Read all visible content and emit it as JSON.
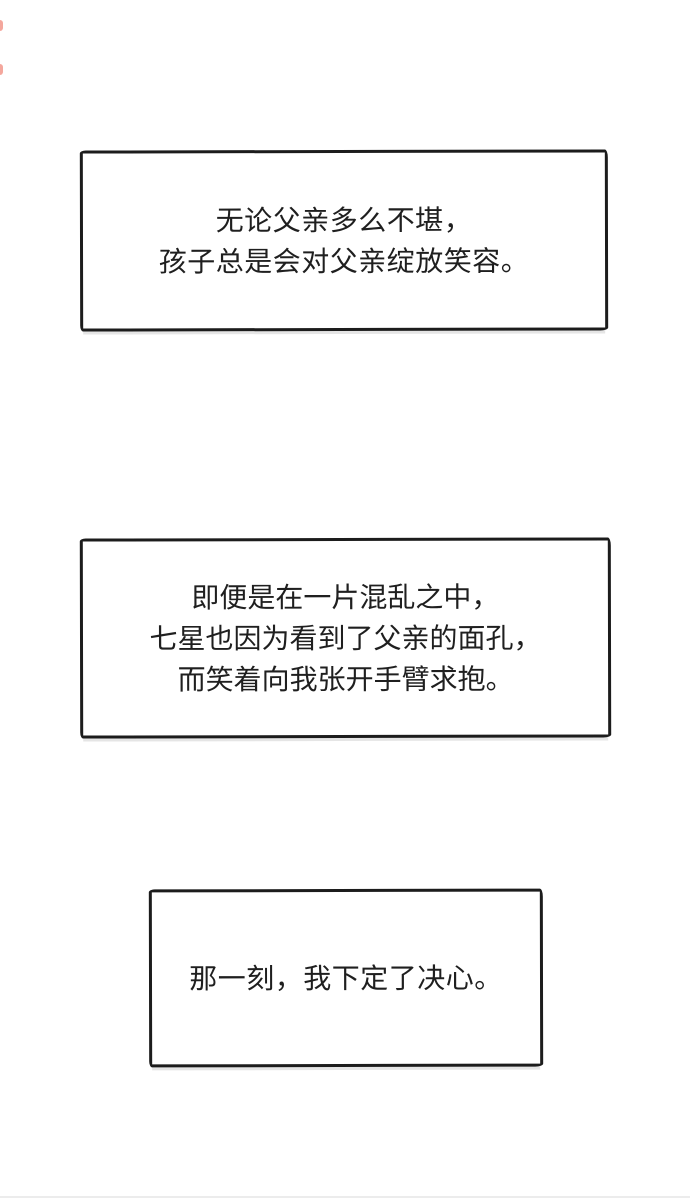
{
  "page": {
    "background_color": "#ffffff",
    "text_color": "#1f1f1f",
    "border_color": "#1c1c1c",
    "edge_mark_color": "#f2988c"
  },
  "panels": [
    {
      "lines": [
        "无论父亲多么不堪，",
        "孩子总是会对父亲绽放笑容。"
      ]
    },
    {
      "lines": [
        "即便是在一片混乱之中，",
        "七星也因为看到了父亲的面孔，",
        "而笑着向我张开手臂求抱。"
      ]
    },
    {
      "lines": [
        "那一刻，我下定了决心。"
      ]
    }
  ]
}
